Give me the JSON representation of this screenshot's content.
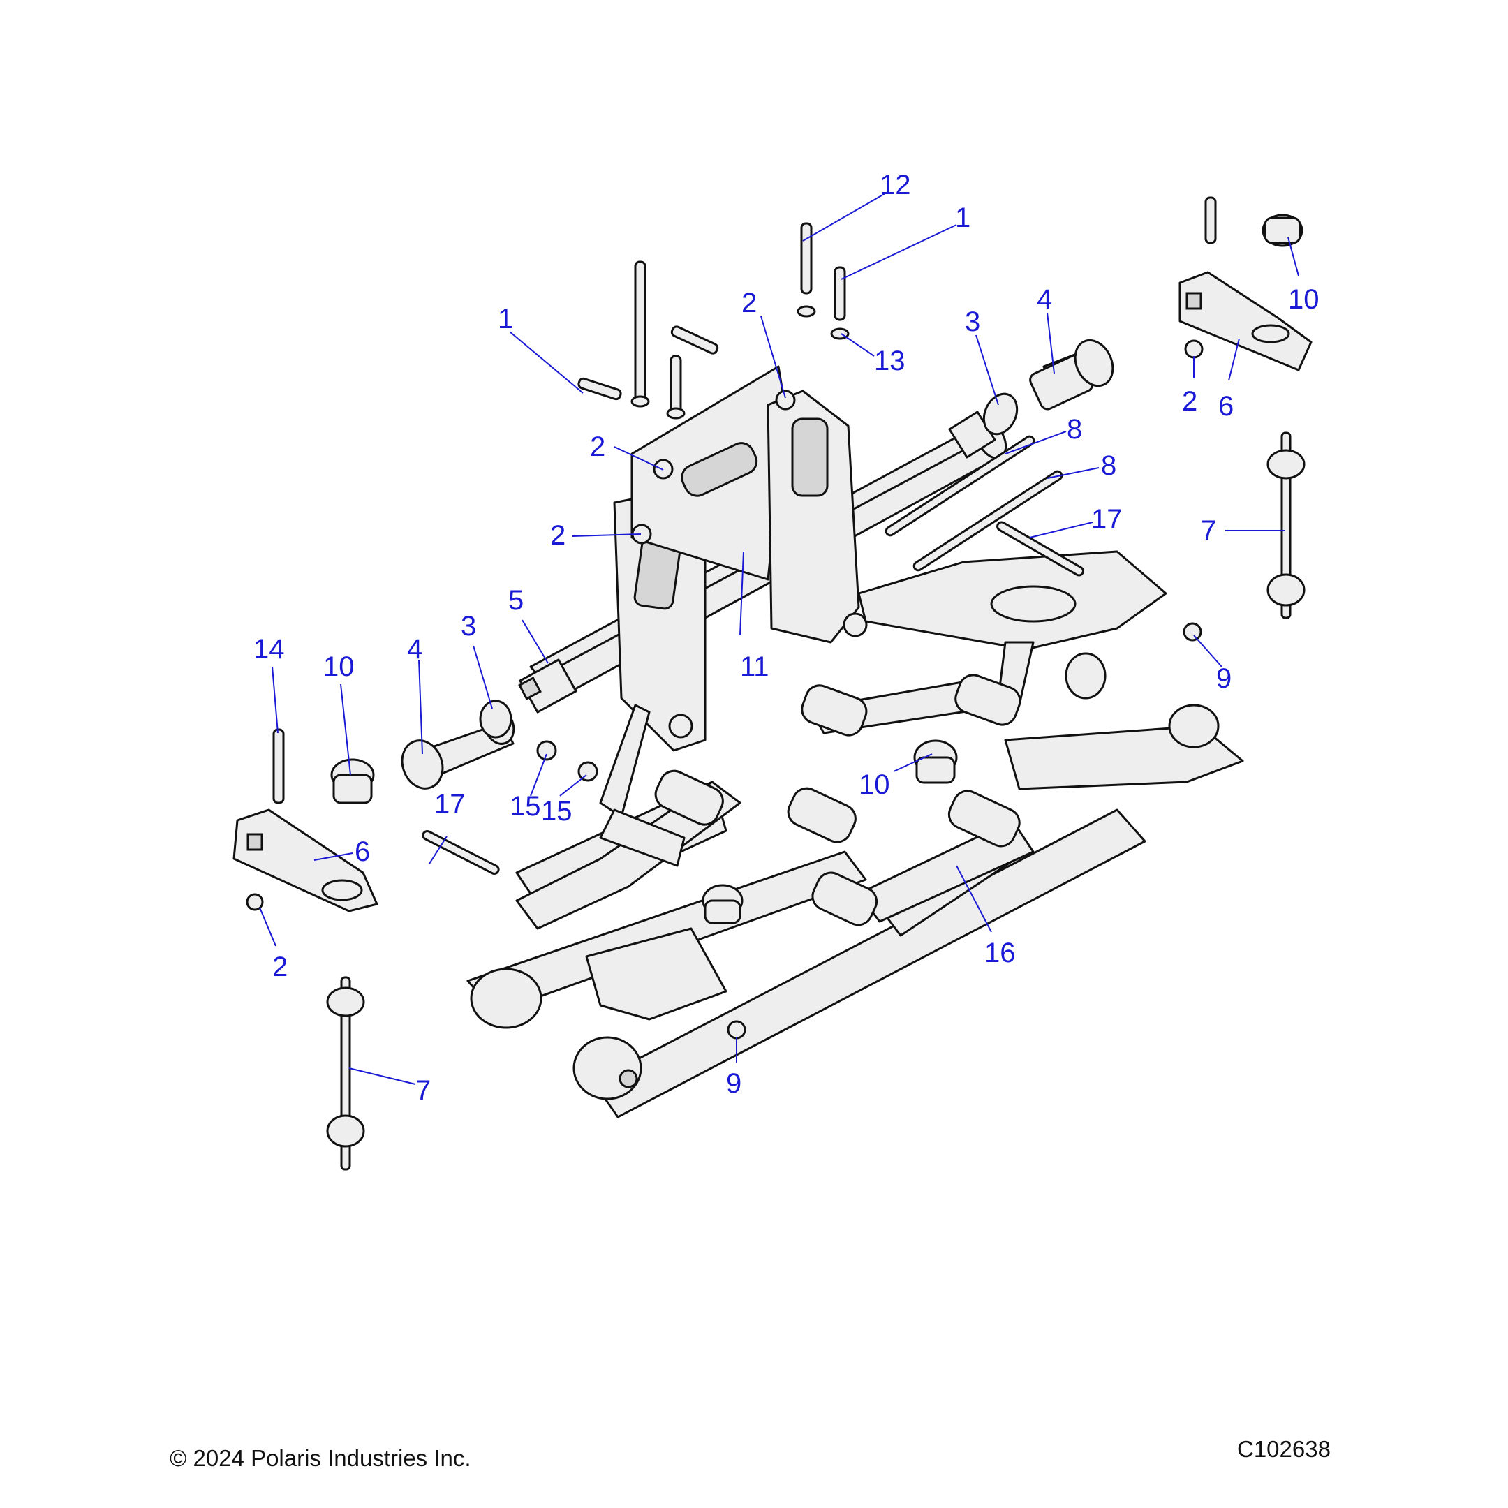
{
  "callouts": {
    "c12": "12",
    "c1a": "1",
    "c1b": "1",
    "c2a": "2",
    "c4a": "4",
    "c3a": "3",
    "c13": "13",
    "c2b": "2",
    "c2c": "2",
    "c8a": "8",
    "c8b": "8",
    "c17a": "17",
    "c10a": "10",
    "c2d": "2",
    "c6a": "6",
    "c7a": "7",
    "c9a": "9",
    "c14": "14",
    "c10b": "10",
    "c4b": "4",
    "c3b": "3",
    "c5": "5",
    "c11": "11",
    "c15a": "15",
    "c15b": "15",
    "c10c": "10",
    "c17b": "17",
    "c6b": "6",
    "c2e": "2",
    "c7b": "7",
    "c16": "16",
    "c9b": "9"
  },
  "footer": {
    "copyright": "© 2024 Polaris Industries Inc.",
    "figure_id": "C102638"
  },
  "colors": {
    "callout": "#1a1ad6",
    "line": "#111111",
    "part_fill": "#eeeeee"
  }
}
